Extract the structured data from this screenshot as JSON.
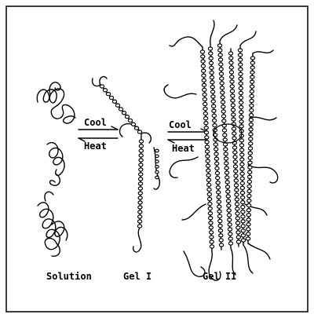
{
  "diagram": {
    "stages": [
      {
        "id": "solution",
        "label": "Solution"
      },
      {
        "id": "gel1",
        "label": "Gel I"
      },
      {
        "id": "gel2",
        "label": "Gel II"
      }
    ],
    "transitions": [
      {
        "from": "solution",
        "to": "gel1",
        "forward_label": "Cool",
        "reverse_label": "Heat"
      },
      {
        "from": "gel1",
        "to": "gel2",
        "forward_label": "Cool",
        "reverse_label": "Heat"
      }
    ]
  }
}
